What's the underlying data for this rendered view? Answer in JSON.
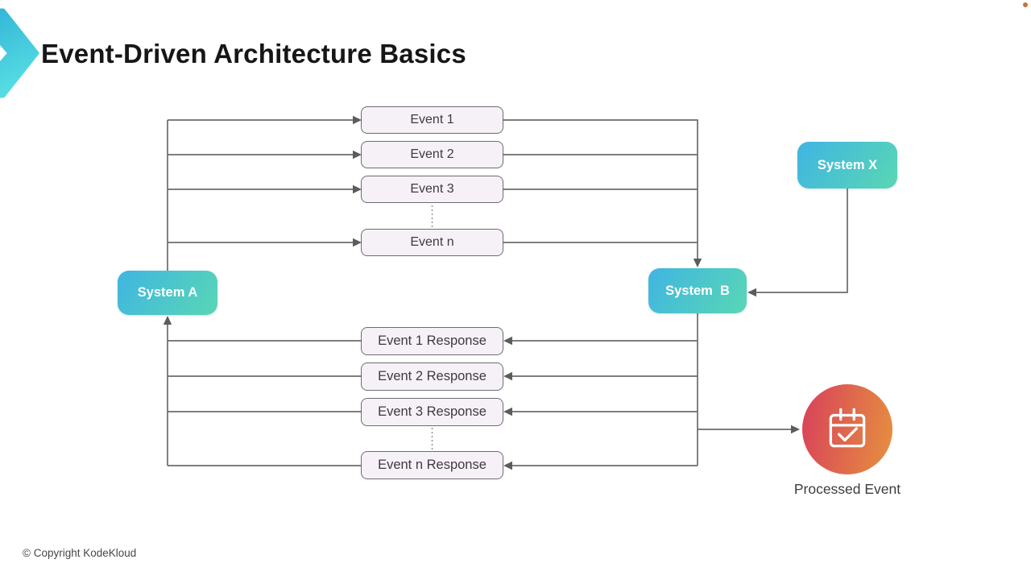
{
  "slide": {
    "title": "Event-Driven Architecture Basics",
    "copyright": "© Copyright KodeKloud"
  },
  "diagram": {
    "systems": {
      "a": {
        "label": "System A"
      },
      "b": {
        "label": "System  B"
      },
      "x": {
        "label": "System X"
      }
    },
    "events": [
      {
        "label": "Event 1"
      },
      {
        "label": "Event 2"
      },
      {
        "label": "Event 3"
      },
      {
        "label": "Event n"
      }
    ],
    "responses": [
      {
        "label": "Event 1 Response"
      },
      {
        "label": "Event 2 Response"
      },
      {
        "label": "Event 3 Response"
      },
      {
        "label": "Event n Response"
      }
    ],
    "processed_event": {
      "label": "Processed Event",
      "icon": "calendar-check-icon"
    },
    "icons": {
      "logo": "kodekloud-chevron-logo",
      "corner_marker": "orange-dot"
    },
    "colors": {
      "system_gradient_start": "#3fb5e2",
      "system_gradient_end": "#59d7b4",
      "event_box_fill": "#f6f1f6",
      "event_box_border": "#6f6a73",
      "event_box_text": "#3f3a42",
      "connector": "#6b6b6b",
      "processed_gradient_start": "#d8405a",
      "processed_gradient_end": "#e6913f",
      "logo_gradient_start": "#2fb2d6",
      "logo_gradient_end": "#55dce2",
      "corner_dot": "#bd7540"
    }
  }
}
